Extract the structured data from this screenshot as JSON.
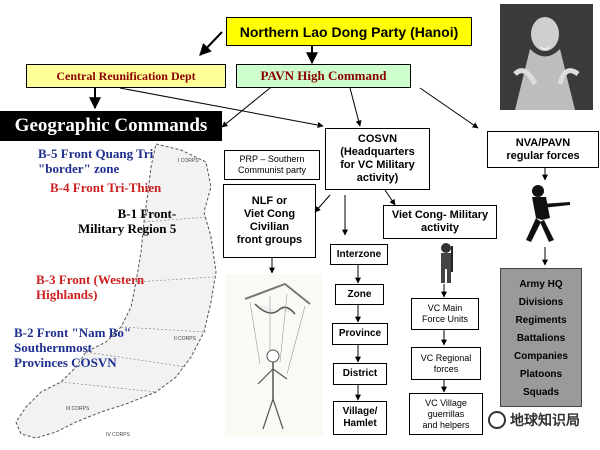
{
  "top": {
    "party": "Northern Lao Dong Party (Hanoi)"
  },
  "departments": {
    "reunification": "Central Reunification Dept",
    "pavn_high_command": "PAVN High Command"
  },
  "geo": {
    "title": "Geographic Commands",
    "labels": [
      {
        "text": "B-5 Front Quang Tri\n\"border\" zone",
        "color": "#1f2f8f"
      },
      {
        "text": "B-4 Front Tri-Thien",
        "color": "#cc1f1f"
      },
      {
        "text": "B-1 Front-\nMilitary Region 5",
        "color": "#000000"
      },
      {
        "text": "B-3 Front (Western\nHighlands)",
        "color": "#cc1f1f"
      },
      {
        "text": "B-2 Front \"Nam Bo\"\nSouthernmost\nProvinces COSVN",
        "color": "#1f2f8f"
      }
    ],
    "corps_labels": [
      "I CORPS",
      "II CORPS",
      "III CORPS",
      "IV CORPS"
    ]
  },
  "prp": "PRP – Southern Communist party",
  "cosvn": "COSVN\n(Headquarters\nfor VC Military\nactivity)",
  "nva": "NVA/PAVN\nregular forces",
  "nlf": "NLF or\nViet Cong\nCivilian\nfront groups",
  "vc_military": "Viet Cong- Military\nactivity",
  "chain": [
    "Interzone",
    "Zone",
    "Province",
    "District",
    "Village/\nHamlet"
  ],
  "vc_units": [
    "VC Main\nForce Units",
    "VC Regional\nforces",
    "VC Village\nguerrillas\nand helpers"
  ],
  "army": [
    "Army  HQ",
    "Divisions",
    "Regiments",
    "Battalions",
    "Companies",
    "Platoons",
    "Squads"
  ],
  "watermark": "地球知识局",
  "colors": {
    "party_bg": "#ffff00",
    "reunification_bg": "#ffff99",
    "reunification_text": "#8b0000",
    "pavn_bg": "#ccffcc",
    "geo_title_bg": "#000000",
    "army_bg": "#9a9a9a"
  }
}
